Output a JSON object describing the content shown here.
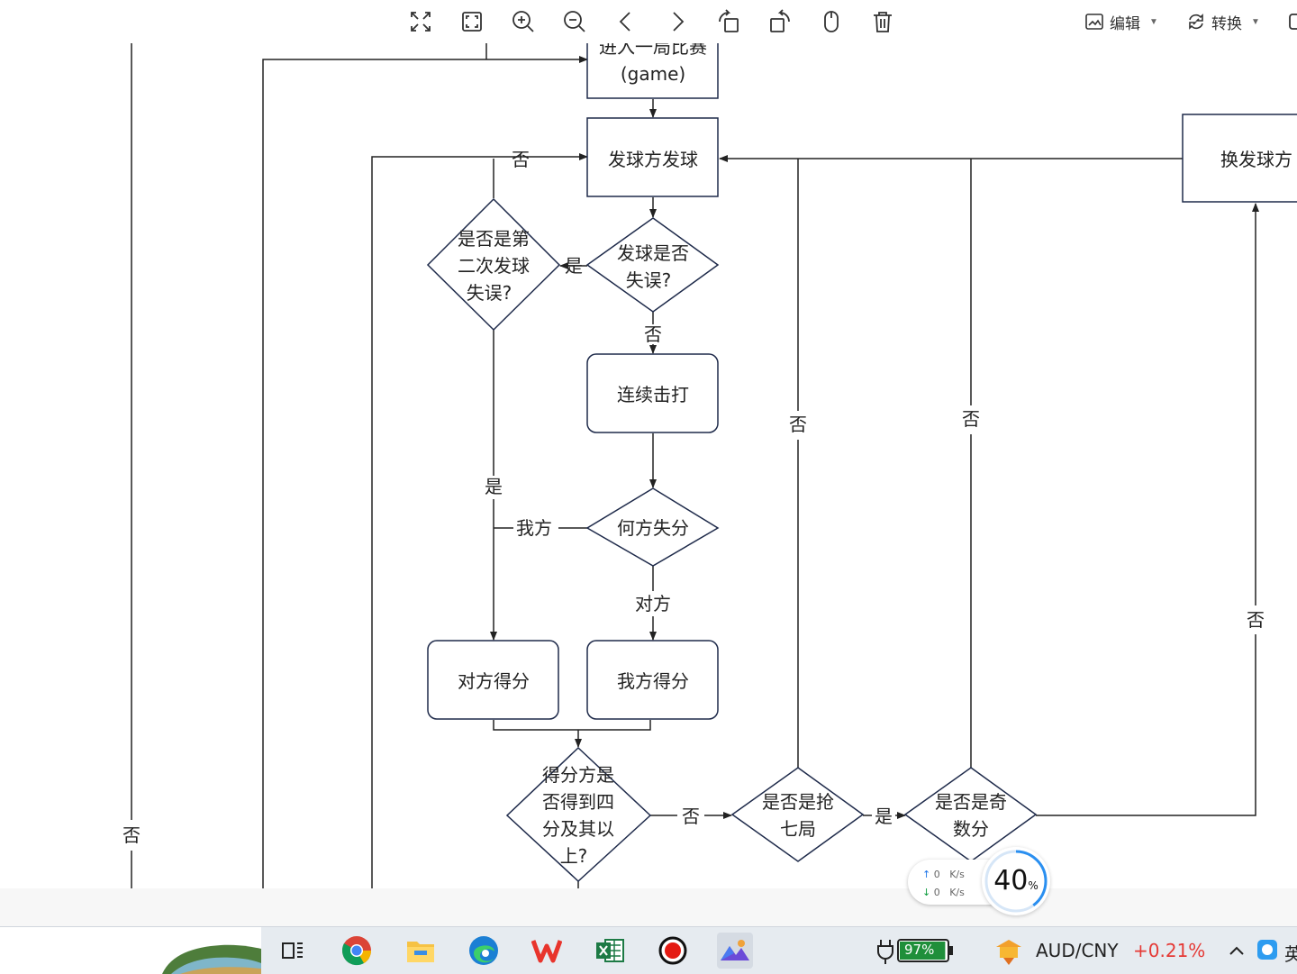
{
  "toolbar": {
    "icons": [
      "expand-icon",
      "fit-screen-icon",
      "zoom-in-icon",
      "zoom-out-icon",
      "previous-icon",
      "next-icon",
      "rotate-left-icon",
      "rotate-right-icon",
      "mouse-icon",
      "delete-icon"
    ],
    "edit_label": "编辑",
    "convert_label": "转换"
  },
  "flowchart": {
    "nodes": {
      "enter_game_line1": "进入一局比赛",
      "enter_game_line2": "(game)",
      "serve": "发球方发球",
      "serve_fault_line1": "发球是否",
      "serve_fault_line2": "失误?",
      "second_fault_line1": "是否是第",
      "second_fault_line2": "二次发球",
      "second_fault_line3": "失误?",
      "rally": "连续击打",
      "who_lost": "何方失分",
      "opponent_score": "对方得分",
      "my_score": "我方得分",
      "four_points_line1": "得分方是",
      "four_points_line2": "否得到四",
      "four_points_line3": "分及其以",
      "four_points_line4": "上?",
      "tiebreak_line1": "是否是抢",
      "tiebreak_line2": "七局",
      "odd_line1": "是否是奇",
      "odd_line2": "数分",
      "switch_server": "换发球方"
    },
    "labels": {
      "no": "否",
      "yes": "是",
      "our_side": "我方",
      "their_side": "对方"
    }
  },
  "net_widget": {
    "up_value": "0",
    "down_value": "0",
    "unit": "K/s",
    "percent": "40",
    "percent_sign": "%"
  },
  "taskbar": {
    "apps": [
      "taskview-icon",
      "chrome-icon",
      "file-explorer-icon",
      "edge-icon",
      "wps-icon",
      "excel-icon",
      "record-icon",
      "photos-icon"
    ],
    "battery": "97%",
    "ticker": "AUD/CNY",
    "ticker_change": "+0.21%",
    "ime": "英",
    "colors": {
      "ticker_up": "#e53935",
      "battery_fill": "#1f8f3a"
    }
  }
}
